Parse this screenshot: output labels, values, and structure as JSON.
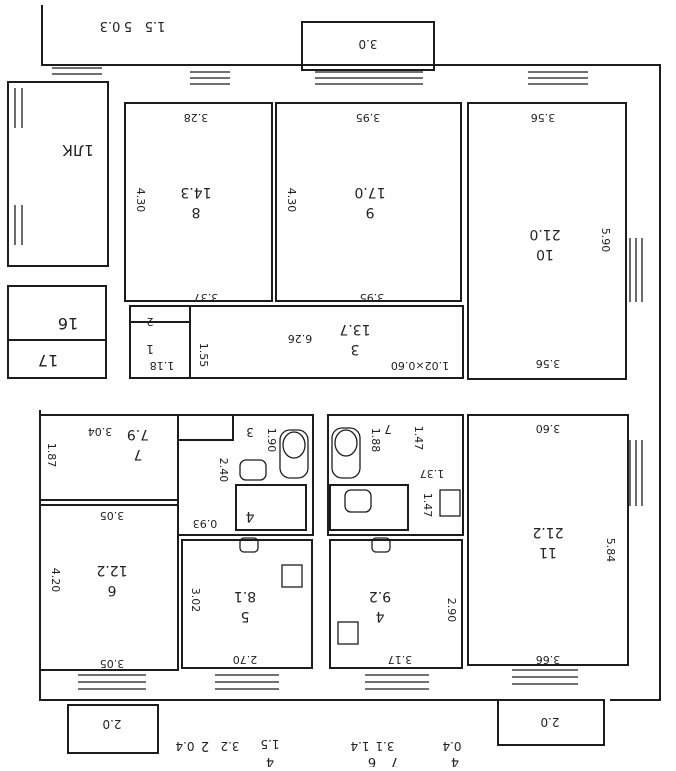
{
  "plan": {
    "top_labels": [
      "1.5",
      "5",
      "0.3",
      "3.0"
    ],
    "bottom_labels": [
      "2.0",
      "2",
      "0.4",
      "3.2",
      "4",
      "1.5",
      "1.4",
      "3.1",
      "6",
      "7",
      "0.4",
      "4",
      "2.0"
    ],
    "left_labels": [
      "1ЛК",
      "16",
      "17"
    ],
    "rooms": [
      {
        "num": "8",
        "area": "14.3",
        "w_top": "3.28",
        "w_bottom": "3.37",
        "h": "4.30"
      },
      {
        "num": "9",
        "area": "17.0",
        "w_top": "3.95",
        "w_bottom": "3.95",
        "h": "4.30"
      },
      {
        "num": "10",
        "area": "21.0",
        "w_top": "3.56",
        "w_bottom": "3.56",
        "h": "5.90"
      },
      {
        "num": "3",
        "area": "13.7",
        "len": "6.26",
        "door": "1.02×0.60"
      },
      {
        "num": "1",
        "w": "1.18",
        "h": "1.55"
      },
      {
        "num": "2"
      },
      {
        "num": "7",
        "area": "7.9",
        "w": "3.04",
        "h": "1.87"
      },
      {
        "num": "6",
        "area": "12.2",
        "w_top": "3.05",
        "w_bottom": "3.05",
        "h": "4.20"
      },
      {
        "num": "3",
        "h": "1.90"
      },
      {
        "num": "4",
        "w": "0.93",
        "h": "2.40"
      },
      {
        "num": "5",
        "area": "8.1",
        "w": "2.70",
        "h": "3.02"
      },
      {
        "num": "7",
        "h": "1.88"
      },
      {
        "num": "7",
        "h": "1.47"
      },
      {
        "num": "1.37"
      },
      {
        "num": "1.47"
      },
      {
        "num": "4",
        "area": "9.2",
        "w": "3.17",
        "h": "2.90"
      },
      {
        "num": "11",
        "area": "21.2",
        "w_top": "3.60",
        "w_bottom": "3.66",
        "h": "5.84"
      }
    ]
  }
}
